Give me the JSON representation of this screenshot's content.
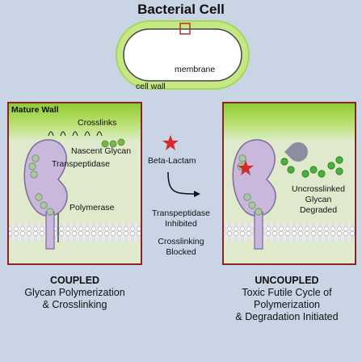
{
  "title": "Bacterial Cell",
  "cell": {
    "membrane_label": "membrane",
    "cell_wall_label": "cell wall"
  },
  "left_panel": {
    "mature_wall": "Mature Wall",
    "crosslinks": "Crosslinks",
    "nascent_glycan": "Nascent Glycan",
    "transpeptidase": "Transpeptidase",
    "polymerase": "Polymerase",
    "caption": {
      "heading": "COUPLED",
      "line1": "Glycan Polymerization",
      "line2": "& Crosslinking"
    }
  },
  "middle": {
    "drug": "Beta-Lactam",
    "effect1_line1": "Transpeptidase",
    "effect1_line2": "Inhibited",
    "effect2_line1": "Crosslinking",
    "effect2_line2": "Blocked"
  },
  "right_panel": {
    "label_line1": "Uncrosslinked",
    "label_line2": "Glycan",
    "label_line3": "Degraded",
    "caption": {
      "heading": "UNCOUPLED",
      "line1": "Toxic Futile Cycle of",
      "line2": "Polymerization",
      "line3": "& Degradation Initiated"
    }
  },
  "colors": {
    "background": "#c9d4e4",
    "wall_green": "#a8d44c",
    "panel_border": "#8b2424",
    "enzyme_purple": "#c9b8dc",
    "glycan_green": "#4caf3c",
    "drug_red": "#d62a2a"
  }
}
